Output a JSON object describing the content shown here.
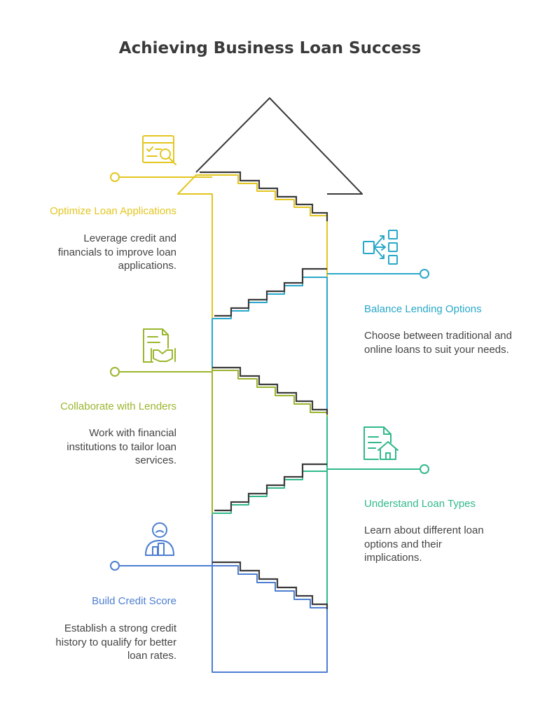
{
  "title": "Achieving Business Loan Success",
  "colors": {
    "optimize": "#e3c61f",
    "balance": "#29a8c9",
    "collaborate": "#9ab62e",
    "understand": "#31b98a",
    "build": "#4d7ed1",
    "outline": "#3a3a3a"
  },
  "steps": [
    {
      "key": "build",
      "title": "Build Credit Score",
      "description": "Establish a strong credit history to qualify for better loan rates.",
      "icon": "user-credit-chart-icon"
    },
    {
      "key": "understand",
      "title": "Understand Loan Types",
      "description": "Learn about different loan options and their implications.",
      "icon": "document-house-icon"
    },
    {
      "key": "collaborate",
      "title": "Collaborate with Lenders",
      "description": "Work with financial institutions to tailor loan services.",
      "icon": "contract-handshake-icon"
    },
    {
      "key": "balance",
      "title": "Balance Lending Options",
      "description": "Choose between traditional and online loans to suit your needs.",
      "icon": "branching-options-icon"
    },
    {
      "key": "optimize",
      "title": "Optimize Loan Applications",
      "description": "Leverage credit and financials to improve loan applications.",
      "icon": "checklist-search-icon"
    }
  ]
}
